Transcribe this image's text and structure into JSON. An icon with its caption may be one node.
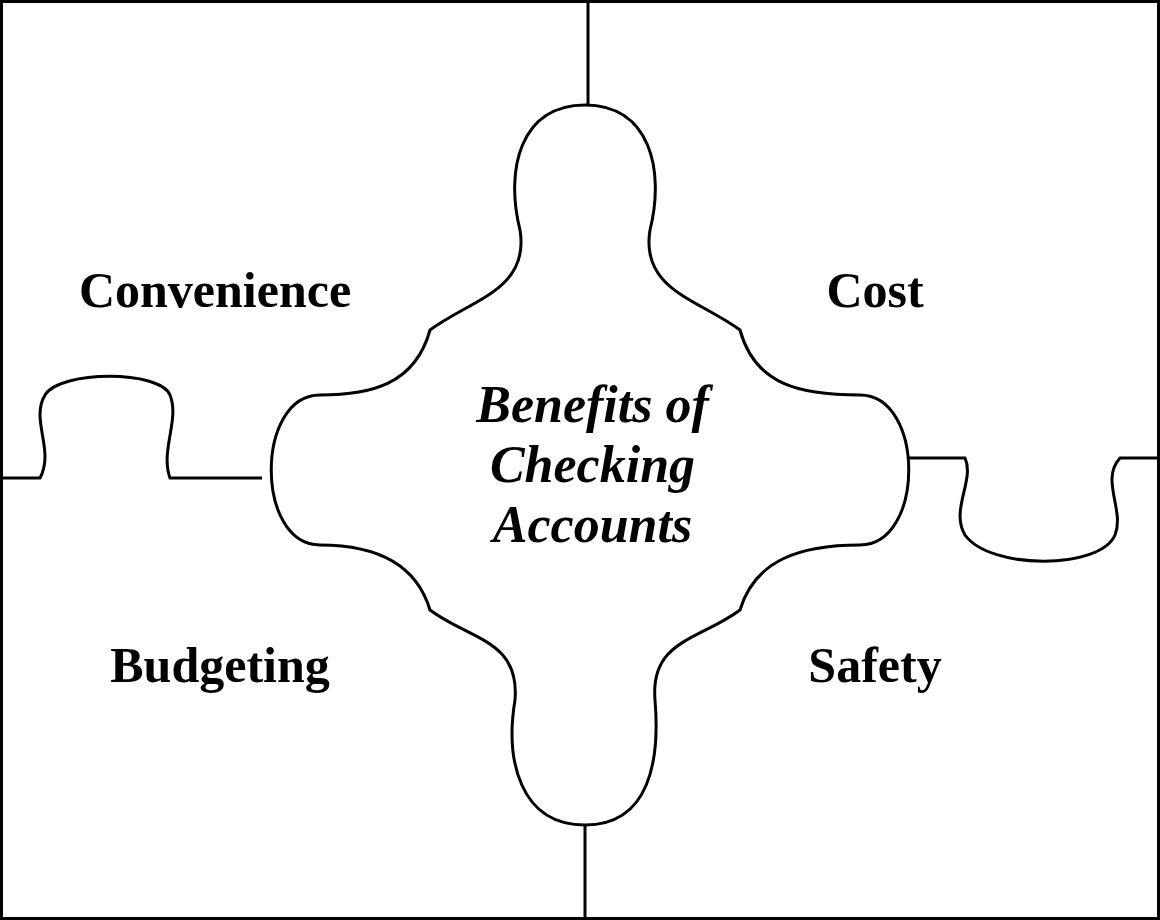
{
  "diagram": {
    "nodes": [
      {
        "text": [
          "Convenience"
        ]
      },
      {
        "text": [
          "Cost"
        ]
      },
      {
        "text": [
          "Benefits of Checking Accounts"
        ]
      },
      {
        "text": [
          "Budgeting"
        ]
      },
      {
        "text": [
          "Safety"
        ]
      }
    ]
  }
}
